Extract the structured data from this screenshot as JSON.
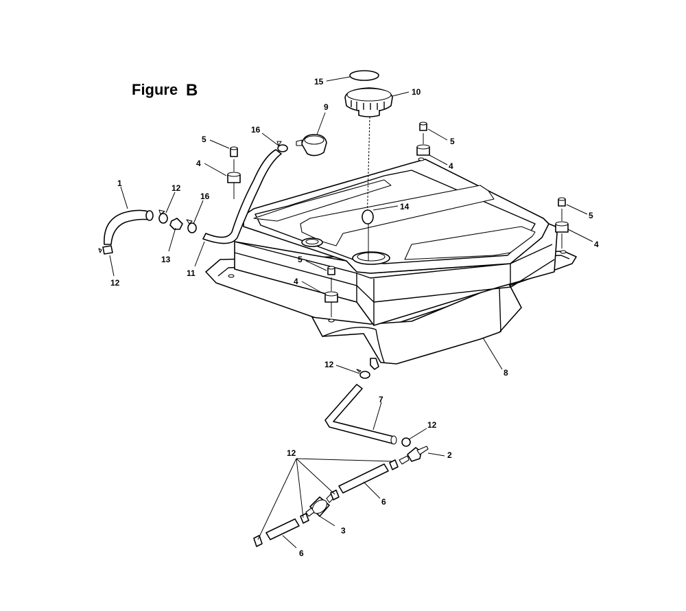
{
  "figure": {
    "title_word": "Figure",
    "title_letter": "B"
  },
  "callouts": {
    "c1": "1",
    "c2": "2",
    "c3": "3",
    "c4a": "4",
    "c4b": "4",
    "c4c": "4",
    "c4d": "4",
    "c5a": "5",
    "c5b": "5",
    "c5c": "5",
    "c5d": "5",
    "c6a": "6",
    "c6b": "6",
    "c7": "7",
    "c8": "8",
    "c9": "9",
    "c10": "10",
    "c11": "11",
    "c12a": "12",
    "c12b": "12",
    "c12c": "12",
    "c12d": "12",
    "c12e": "12",
    "c13": "13",
    "c14": "14",
    "c15": "15",
    "c16a": "16",
    "c16b": "16"
  },
  "colors": {
    "line": "#000000",
    "background": "#ffffff"
  }
}
